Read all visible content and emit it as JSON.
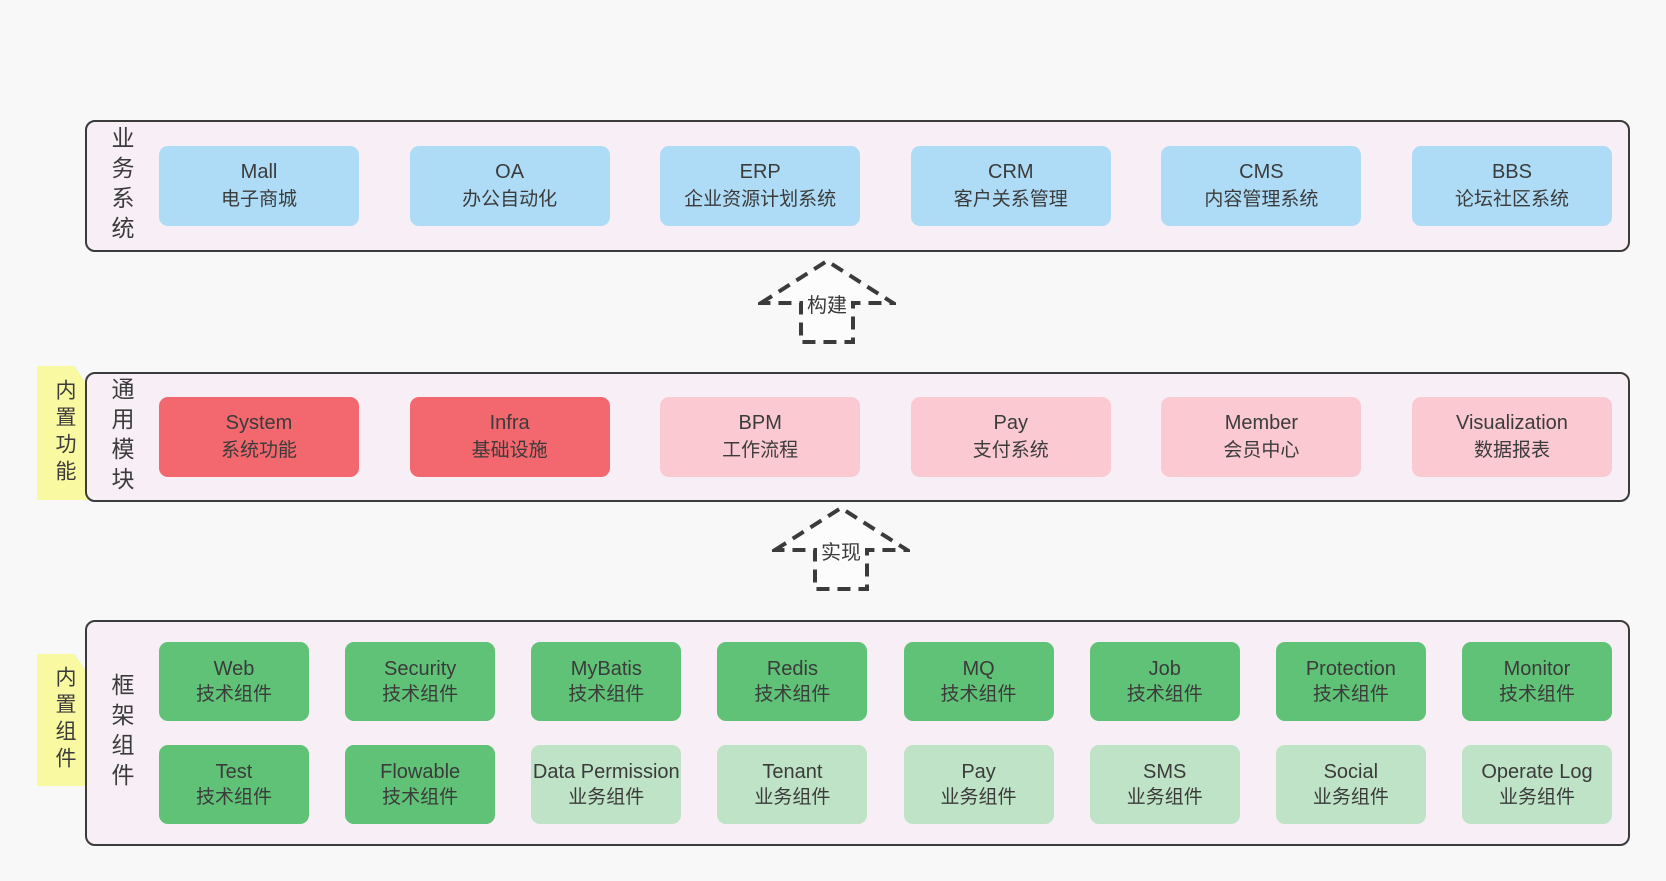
{
  "palette": {
    "page_bg": "#f8f8f8",
    "band_bg": "#f8eef6",
    "band_border": "#3b3b3b",
    "box_blue": "#aedcf7",
    "box_red": "#f2686e",
    "box_pink": "#fbc9d2",
    "box_green": "#5fc276",
    "box_light_green": "#bfe3c6",
    "tab_yellow": "#f9f9a2",
    "fold_gray": "#c6c6c6",
    "text": "#3b3b3b"
  },
  "arrows": [
    {
      "label": "构建"
    },
    {
      "label": "实现"
    }
  ],
  "bands": [
    {
      "title": "业务系统",
      "boxes": [
        {
          "name": "Mall",
          "desc": "电子商城"
        },
        {
          "name": "OA",
          "desc": "办公自动化"
        },
        {
          "name": "ERP",
          "desc": "企业资源计划系统"
        },
        {
          "name": "CRM",
          "desc": "客户关系管理"
        },
        {
          "name": "CMS",
          "desc": "内容管理系统"
        },
        {
          "name": "BBS",
          "desc": "论坛社区系统"
        }
      ]
    },
    {
      "title": "通用模块",
      "tab": "内置功能",
      "boxes": [
        {
          "name": "System",
          "desc": "系统功能"
        },
        {
          "name": "Infra",
          "desc": "基础设施"
        },
        {
          "name": "BPM",
          "desc": "工作流程"
        },
        {
          "name": "Pay",
          "desc": "支付系统"
        },
        {
          "name": "Member",
          "desc": "会员中心"
        },
        {
          "name": "Visualization",
          "desc": "数据报表"
        }
      ]
    },
    {
      "title": "框架组件",
      "tab": "内置组件",
      "boxes": [
        {
          "name": "Web",
          "desc": "技术组件"
        },
        {
          "name": "Security",
          "desc": "技术组件"
        },
        {
          "name": "MyBatis",
          "desc": "技术组件"
        },
        {
          "name": "Redis",
          "desc": "技术组件"
        },
        {
          "name": "MQ",
          "desc": "技术组件"
        },
        {
          "name": "Job",
          "desc": "技术组件"
        },
        {
          "name": "Protection",
          "desc": "技术组件"
        },
        {
          "name": "Monitor",
          "desc": "技术组件"
        }
      ],
      "boxes2": [
        {
          "name": "Test",
          "desc": "技术组件"
        },
        {
          "name": "Flowable",
          "desc": "技术组件"
        },
        {
          "name": "Data Permission",
          "desc": "业务组件"
        },
        {
          "name": "Tenant",
          "desc": "业务组件"
        },
        {
          "name": "Pay",
          "desc": "业务组件"
        },
        {
          "name": "SMS",
          "desc": "业务组件"
        },
        {
          "name": "Social",
          "desc": "业务组件"
        },
        {
          "name": "Operate Log",
          "desc": "业务组件"
        }
      ]
    }
  ]
}
